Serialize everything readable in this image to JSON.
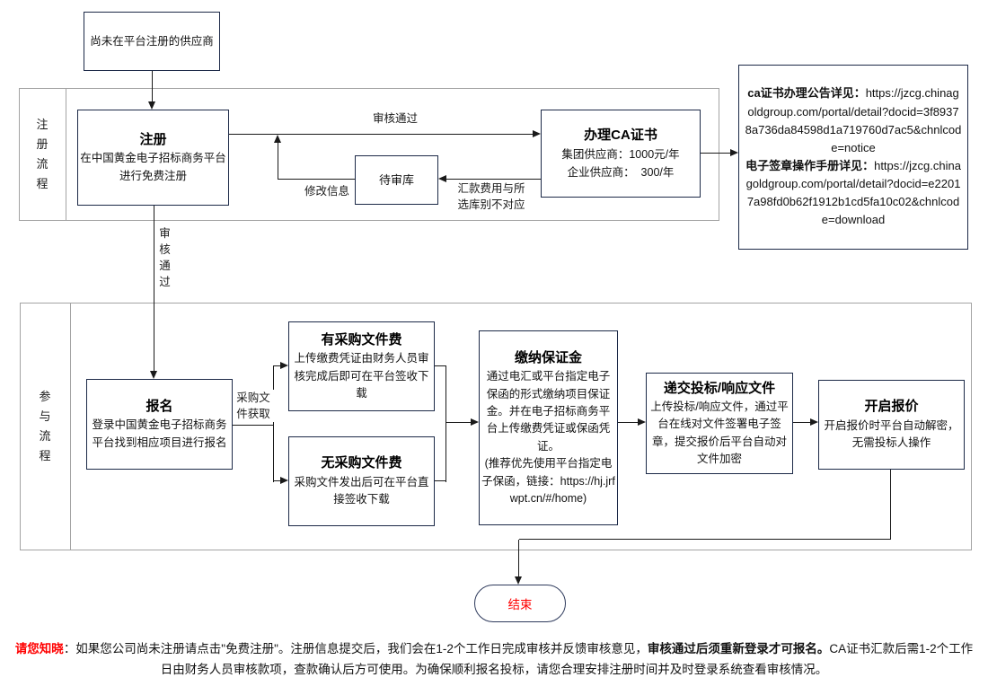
{
  "colors": {
    "node_border": "#1c2947",
    "section_border": "#a3a3a3",
    "connector": "#1a1a1a",
    "end_text": "#ff0000",
    "note_highlight": "#ff0000"
  },
  "sections": {
    "registration": {
      "label": "注册流程"
    },
    "participation": {
      "label": "参与流程"
    }
  },
  "nodes": {
    "supplier_start": {
      "title": "尚未在平台注册的供应商"
    },
    "register": {
      "title": "注册",
      "body": "在中国黄金电子招标商务平台进行免费注册"
    },
    "pending_pool": {
      "title": "待审库"
    },
    "ca_cert": {
      "title": "办理CA证书",
      "line1": "集团供应商：1000元/年",
      "line2": "企业供应商：  300/年"
    },
    "notice": {
      "heading1": "ca证书办理公告详见：",
      "url1": "https://jzcg.chinagoldgroup.com/portal/detail?docid=3f89378a736da84598d1a719760d7ac5&chnlcode=notice",
      "heading2": "电子签章操作手册详见：",
      "url2": "https://jzcg.chinagoldgroup.com/portal/detail?docid=e22017a98fd0b62f1912b1cd5fa10c02&chnlcode=download"
    },
    "signup": {
      "title": "报名",
      "body": "登录中国黄金电子招标商务平台找到相应项目进行报名"
    },
    "with_fee": {
      "title": "有采购文件费",
      "body": "上传缴费凭证由财务人员审核完成后即可在平台签收下载"
    },
    "without_fee": {
      "title": "无采购文件费",
      "body": "采购文件发出后可在平台直接签收下载"
    },
    "deposit": {
      "title": "缴纳保证金",
      "body": "通过电汇或平台指定电子保函的形式缴纳项目保证金。并在电子招标商务平台上传缴费凭证或保函凭证。",
      "link_note": "(推荐优先使用平台指定电子保函，链接：https://hj.jrfwpt.cn/#/home)"
    },
    "submit_docs": {
      "title": "递交投标/响应文件",
      "body": "上传投标/响应文件，通过平台在线对文件签署电子签章，提交报价后平台自动对文件加密"
    },
    "open_quote": {
      "title": "开启报价",
      "body": "开启报价时平台自动解密，无需投标人操作"
    },
    "end": {
      "title": "结束"
    }
  },
  "edge_labels": {
    "approved_top": "审核通过",
    "modify_info": "修改信息",
    "payment_mismatch": "汇款费用与所选库别不对应",
    "approved_vertical": "审核通过",
    "doc_obtain": "采购文件获取"
  },
  "note": {
    "prefix": "请您知晓",
    "line1_a": "：如果您公司尚未注册请点击\"免费注册\"。注册信息提交后，我们会在1-2个工作日完成审核并反馈审核意见，",
    "line1_bold": "审核通过后须重新登录才可报名。",
    "line1_b": "CA证书汇款后需1-2个工作",
    "line2": "日由财务人员审核款项，查款确认后方可使用。为确保顺利报名投标，请您合理安排注册时间并及时登录系统查看审核情况。"
  }
}
